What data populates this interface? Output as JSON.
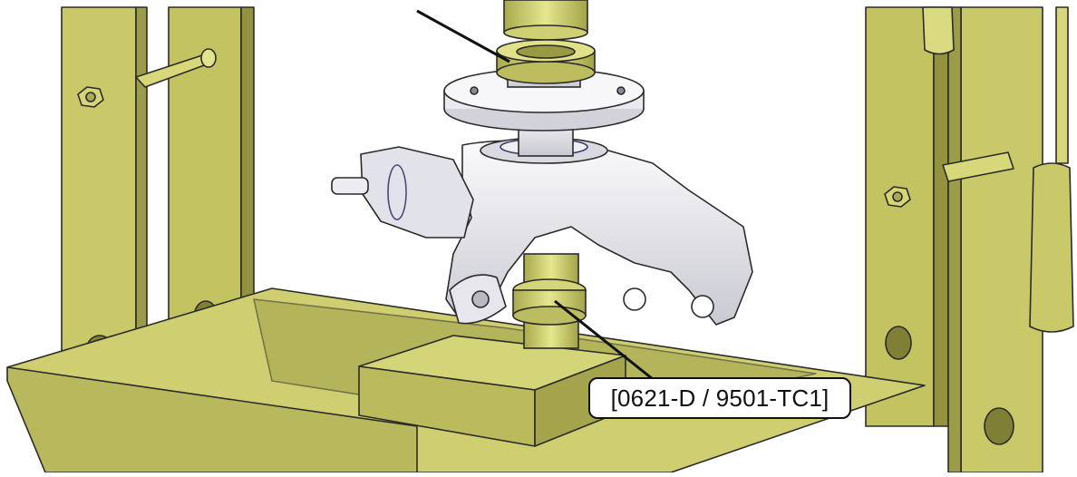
{
  "callout": {
    "label": "[0621-D / 9501-TC1]"
  },
  "colors": {
    "frame": "#c9c96a",
    "frame_dark": "#8e8e3e",
    "part": "#eeeef2",
    "part_shade": "#c8c8d0",
    "outline": "#2b2b2b",
    "background": "#ffffff"
  },
  "icons": [
    "press-frame",
    "nut-icon",
    "steering-knuckle",
    "wheel-hub",
    "press-ram",
    "support-block"
  ]
}
